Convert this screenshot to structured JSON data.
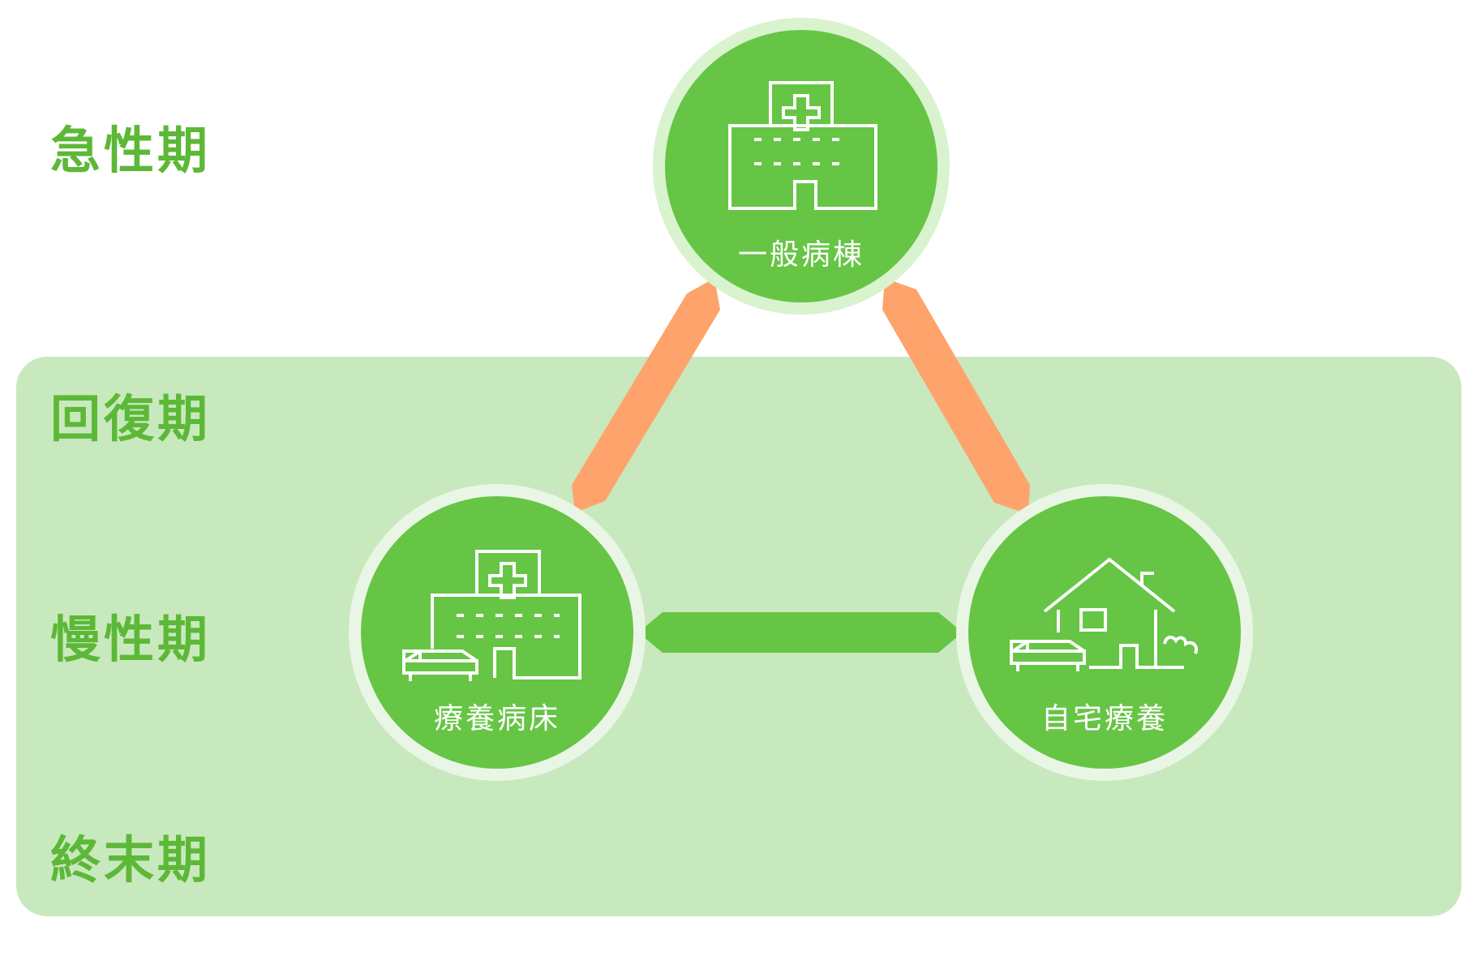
{
  "phases": [
    {
      "label": "急性期"
    },
    {
      "label": "回復期"
    },
    {
      "label": "慢性期"
    },
    {
      "label": "終末期"
    }
  ],
  "nodes": {
    "general_ward": {
      "label": "一般病棟",
      "icon": "hospital-icon"
    },
    "long_term_care_beds": {
      "label": "療養病床",
      "icon": "hospital-with-bed-icon"
    },
    "home_care": {
      "label": "自宅療養",
      "icon": "house-with-bed-icon"
    }
  },
  "connections": [
    {
      "from": "general_ward",
      "to": "long_term_care_beds",
      "bidirectional": true,
      "color": "#FFA36C"
    },
    {
      "from": "general_ward",
      "to": "home_care",
      "bidirectional": true,
      "color": "#FFA36C"
    },
    {
      "from": "long_term_care_beds",
      "to": "home_care",
      "bidirectional": true,
      "color": "#66C545"
    }
  ],
  "colors": {
    "primary_green": "#66C545",
    "label_green": "#5DB838",
    "panel_green": "#C8E9BE",
    "ring_green": "#D8F3CE",
    "arrow_orange": "#FFA36C",
    "icon_white": "#FFFFFF"
  }
}
